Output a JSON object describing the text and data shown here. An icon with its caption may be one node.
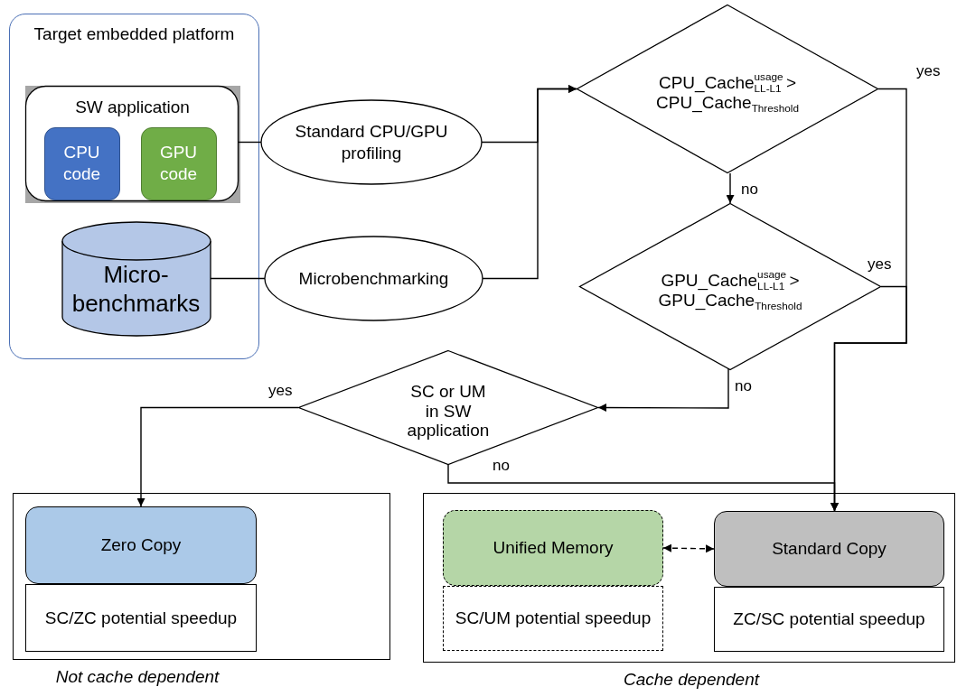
{
  "diagram": {
    "nodes": [
      {
        "text": [
          "Target embedded platform"
        ]
      },
      {
        "text": [
          "SW application"
        ],
        "in": 0
      },
      {
        "text": [
          "CPU code"
        ],
        "in": 1
      },
      {
        "text": [
          "GPU code"
        ],
        "in": 1
      },
      {
        "text": [
          "Micro-benchmarks"
        ],
        "in": 0
      },
      {
        "text": [
          "Standard CPU/GPU profiling"
        ]
      },
      {
        "text": [
          "Microbenchmarking"
        ]
      },
      {
        "text": [
          "CPU_Cache$^{usage}$$_{LL-L1}$ > CPU_Cache$_{Threshold}$"
        ]
      },
      {
        "text": [
          "GPU_Cache$^{usage}$$_{LL-L1}$ > GPU_Cache$_{Threshold}$"
        ]
      },
      {
        "text": [
          "SC or UM in SW application"
        ]
      },
      {
        "text": [],
        "shape": "box",
        "beside": [
          "Not cache dependent"
        ]
      },
      {
        "text": [
          "Zero Copy"
        ],
        "in": 10
      },
      {
        "text": [
          "SC/ZC potential speedup"
        ],
        "in": 10
      },
      {
        "text": [],
        "shape": "box",
        "beside": [
          "Cache dependent"
        ]
      },
      {
        "text": [
          "Unified Memory"
        ],
        "in": 13
      },
      {
        "text": [
          "SC/UM potential speedup"
        ],
        "in": 13
      },
      {
        "text": [
          "Standard Copy"
        ],
        "in": 13
      },
      {
        "text": [
          "ZC/SC potential speedup"
        ],
        "in": 13
      }
    ],
    "edges": [
      {
        "from": 1,
        "to": 5,
        "arrow": "none"
      },
      {
        "from": 4,
        "to": 6,
        "arrow": "none"
      },
      {
        "from": 5,
        "to": 7,
        "arrow": "to"
      },
      {
        "from": 6,
        "to": 7,
        "arrow": "to"
      },
      {
        "from": 7,
        "to": 8,
        "arrow": "to",
        "label": "no"
      },
      {
        "from": 7,
        "to": 16,
        "arrow": "to",
        "label": "yes"
      },
      {
        "from": 8,
        "to": 16,
        "arrow": "to",
        "label": "yes"
      },
      {
        "from": 8,
        "to": 9,
        "arrow": "to",
        "label": "no"
      },
      {
        "from": 9,
        "to": 11,
        "arrow": "to",
        "label": "yes"
      },
      {
        "from": 9,
        "to": 16,
        "arrow": "to",
        "label": "no"
      },
      {
        "from": 14,
        "to": 16,
        "arrow": "both",
        "style": "dashed"
      }
    ]
  }
}
